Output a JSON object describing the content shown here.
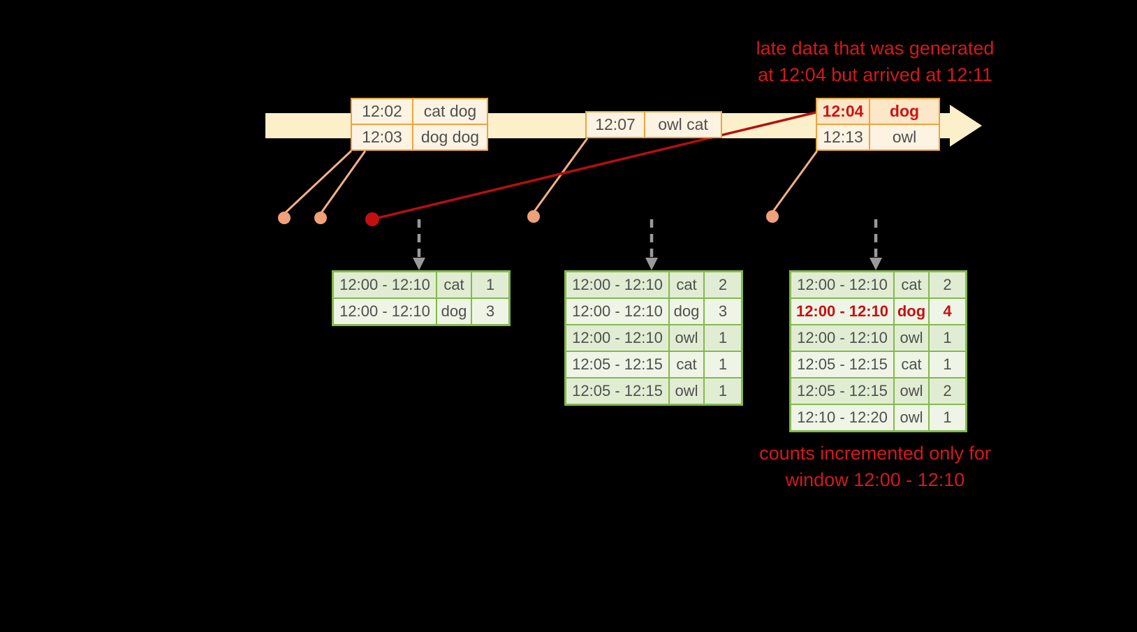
{
  "annotations": {
    "late_data": {
      "line1": "late data that was generated",
      "line2": "at 12:04 but arrived at 12:11"
    },
    "counts_note": {
      "line1": "counts incremented only for",
      "line2": "window 12:00 - 12:10"
    }
  },
  "events": [
    {
      "rows": [
        {
          "time": "12:02",
          "words": "cat dog"
        },
        {
          "time": "12:03",
          "words": "dog dog"
        }
      ]
    },
    {
      "rows": [
        {
          "time": "12:07",
          "words": "owl cat"
        }
      ]
    },
    {
      "rows": [
        {
          "time": "12:04",
          "words": "dog",
          "highlight": true
        },
        {
          "time": "12:13",
          "words": "owl"
        }
      ]
    }
  ],
  "result_tables": [
    {
      "rows": [
        {
          "window": "12:00 - 12:10",
          "word": "cat",
          "count": "1"
        },
        {
          "window": "12:00 - 12:10",
          "word": "dog",
          "count": "3"
        }
      ]
    },
    {
      "rows": [
        {
          "window": "12:00 - 12:10",
          "word": "cat",
          "count": "2"
        },
        {
          "window": "12:00 - 12:10",
          "word": "dog",
          "count": "3"
        },
        {
          "window": "12:00 - 12:10",
          "word": "owl",
          "count": "1"
        },
        {
          "window": "12:05 - 12:15",
          "word": "cat",
          "count": "1"
        },
        {
          "window": "12:05 - 12:15",
          "word": "owl",
          "count": "1"
        }
      ]
    },
    {
      "rows": [
        {
          "window": "12:00 - 12:10",
          "word": "cat",
          "count": "2"
        },
        {
          "window": "12:00 - 12:10",
          "word": "dog",
          "count": "4",
          "highlight": true
        },
        {
          "window": "12:00 - 12:10",
          "word": "owl",
          "count": "1"
        },
        {
          "window": "12:05 - 12:15",
          "word": "cat",
          "count": "1"
        },
        {
          "window": "12:05 - 12:15",
          "word": "owl",
          "count": "2"
        },
        {
          "window": "12:10 - 12:20",
          "word": "owl",
          "count": "1"
        }
      ]
    }
  ],
  "icons": {
    "timeline_arrowhead": "right-triangle",
    "dashed_arrow": "down-arrow",
    "event_marker": "filled-circle",
    "late_event_marker": "filled-circle-red"
  },
  "colors": {
    "background": "#000000",
    "timeline_fill": "#fbf0ca",
    "event_border": "#eca43f",
    "event_fill": "#fdf3e2",
    "late_event_fill": "#fce7c9",
    "table_border": "#84b84e",
    "table_row_a": "#e1edd3",
    "table_row_b": "#eef5e6",
    "text_dark": "#4f4f4f",
    "highlight_red": "#cd1414",
    "annotation_red": "#d41919",
    "connector_salmon": "#f2b089",
    "late_line_red": "#b40f0f",
    "arrow_gray": "#9a9a9a"
  }
}
